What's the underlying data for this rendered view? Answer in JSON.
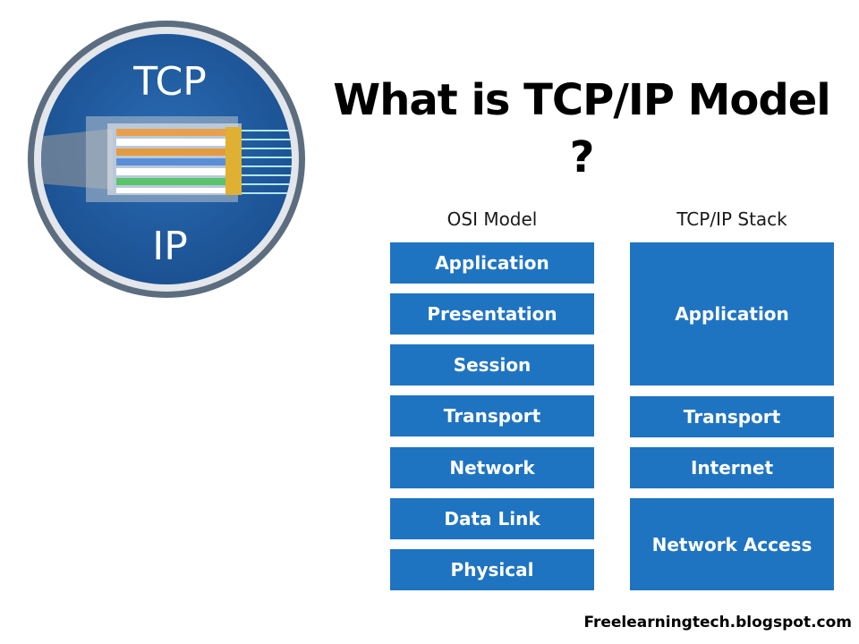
{
  "title": "What is TCP/IP Model ?",
  "logo": {
    "top_text": "TCP",
    "bottom_text": "IP",
    "icon": "ethernet-cable-icon"
  },
  "osi": {
    "heading": "OSI Model",
    "layers": [
      "Application",
      "Presentation",
      "Session",
      "Transport",
      "Network",
      "Data Link",
      "Physical"
    ]
  },
  "tcpip": {
    "heading": "TCP/IP Stack",
    "layers": [
      "Application",
      "Transport",
      "Internet",
      "Network Access"
    ]
  },
  "footer": "Freelearningtech.blogspot.com",
  "colors": {
    "layer_fill": "#1f74c2",
    "logo_ring": "#d9dde3",
    "logo_fill": "#1e5799"
  }
}
